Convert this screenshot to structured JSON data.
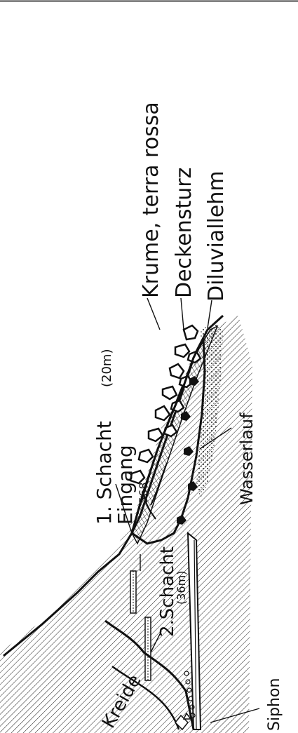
{
  "labels": {
    "krume": "Krume, terra rossa",
    "deckensturz": "Deckensturz",
    "diluviallehm": "Diluviallehm",
    "schacht1": "1. Schacht",
    "schacht1_depth": "(20m)",
    "eingang": "Eingang",
    "altitude": "568",
    "schacht2": "2.Schacht",
    "schacht2_depth": "(36m)",
    "wasserlauf": "Wasserlauf",
    "kreide": "Kreide",
    "siphon": "Siphon"
  },
  "colors": {
    "ink": "#111111",
    "paper": "#ffffff"
  }
}
